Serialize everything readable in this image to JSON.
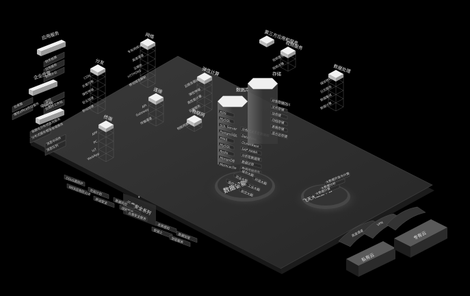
{
  "diagram": {
    "title": "Cloud platform architecture",
    "stacks": [
      {
        "id": "app-service",
        "title": "应用服务",
        "items": [
          "财务核算",
          "日常服务",
          "协同办公"
        ]
      },
      {
        "id": "enterprise-app",
        "title": "企业应用",
        "items": [
          "监控",
          "云桌面",
          "云图形工作站",
          "微软office办公套件"
        ]
      },
      {
        "id": "middleware",
        "title": "中间件",
        "items": [
          "容器化分布式应用服务",
          "分布式服务框架管理服务",
          "消息中间件",
          "消息队列"
        ]
      },
      {
        "id": "distribution",
        "title": "分发",
        "items": [
          "CDN",
          "负载均衡",
          "弹性伸缩",
          "安全加速",
          "移动加速"
        ]
      },
      {
        "id": "network",
        "title": "网络",
        "items": [
          "专有网络VPC",
          "高速通道",
          "云解析",
          "HTTPDNS",
          "移动域名解析"
        ]
      },
      {
        "id": "terminal",
        "title": "终端",
        "items": [
          "APP",
          "PC",
          "IoT",
          "WebApp"
        ]
      },
      {
        "id": "link",
        "title": "连接",
        "items": [
          "API",
          "Gateway",
          "传输通道"
        ]
      },
      {
        "id": "elastic-compute",
        "title": "弹性计算",
        "items": [
          "云服务器ECS",
          "弹性伸缩",
          "高性能计算",
          "容器服务"
        ]
      },
      {
        "id": "iot",
        "title": "物联网",
        "items": [
          "物联网套件"
        ]
      },
      {
        "id": "third-party",
        "title": "第三方应用和服务",
        "items": []
      },
      {
        "id": "video-service",
        "title": "视频服务",
        "items": [
          "视频直播",
          "视频点播"
        ]
      },
      {
        "id": "data-processing",
        "title": "数据处理",
        "items": [
          "媒体转码",
          "日志服务",
          "数据集成",
          "数据计算"
        ]
      }
    ],
    "database": {
      "title": "数据库",
      "items_left": [
        "RDS",
        "MySQL",
        "SQL Server",
        "PostgreSQL",
        "PPAS",
        "MySQL",
        "Redis",
        "MongoDB",
        "Memcache"
      ],
      "items_right": [
        "分布式关系型数据库",
        "DataBase",
        "OceanBase",
        "SAP HANA",
        "分析型数据库",
        "数据迁移",
        "数据传输服务",
        "数据管理DMS"
      ]
    },
    "storage": {
      "title": "存储",
      "items": [
        "对象存储OSS",
        "文件存储",
        "块存储",
        "归档存储",
        "表格存储",
        "混合云存储"
      ]
    },
    "platforms": [
      {
        "id": "data-intelligence",
        "title": "数据智能",
        "items": [
          "城市大脑",
          "农业大脑",
          "医疗大脑",
          "环境大脑",
          "工业大脑",
          "航空大脑"
        ]
      },
      {
        "id": "big-data",
        "title": "飞天大数据平台",
        "items": [
          "大数据开发与计算",
          "大数据分析",
          "大数据计算"
        ]
      }
    ],
    "security": {
      "title": "云盾安全系列",
      "items": [
        "DDoS高防IP",
        "WEB应用防火墙",
        "先知计划",
        "移动安全",
        "数据风控",
        "绿网服务",
        "云盾安全服务",
        "态势感知",
        "安骑士",
        "数据加密",
        "加密服务"
      ]
    },
    "connectors": [
      "高速通道",
      "VPN"
    ],
    "clouds": [
      "私有云",
      "专有云"
    ],
    "colors": {
      "background": "#000000",
      "platform": "#2b2b2b",
      "cap": "#f0f0f0",
      "text": "#d0d0d0"
    }
  }
}
